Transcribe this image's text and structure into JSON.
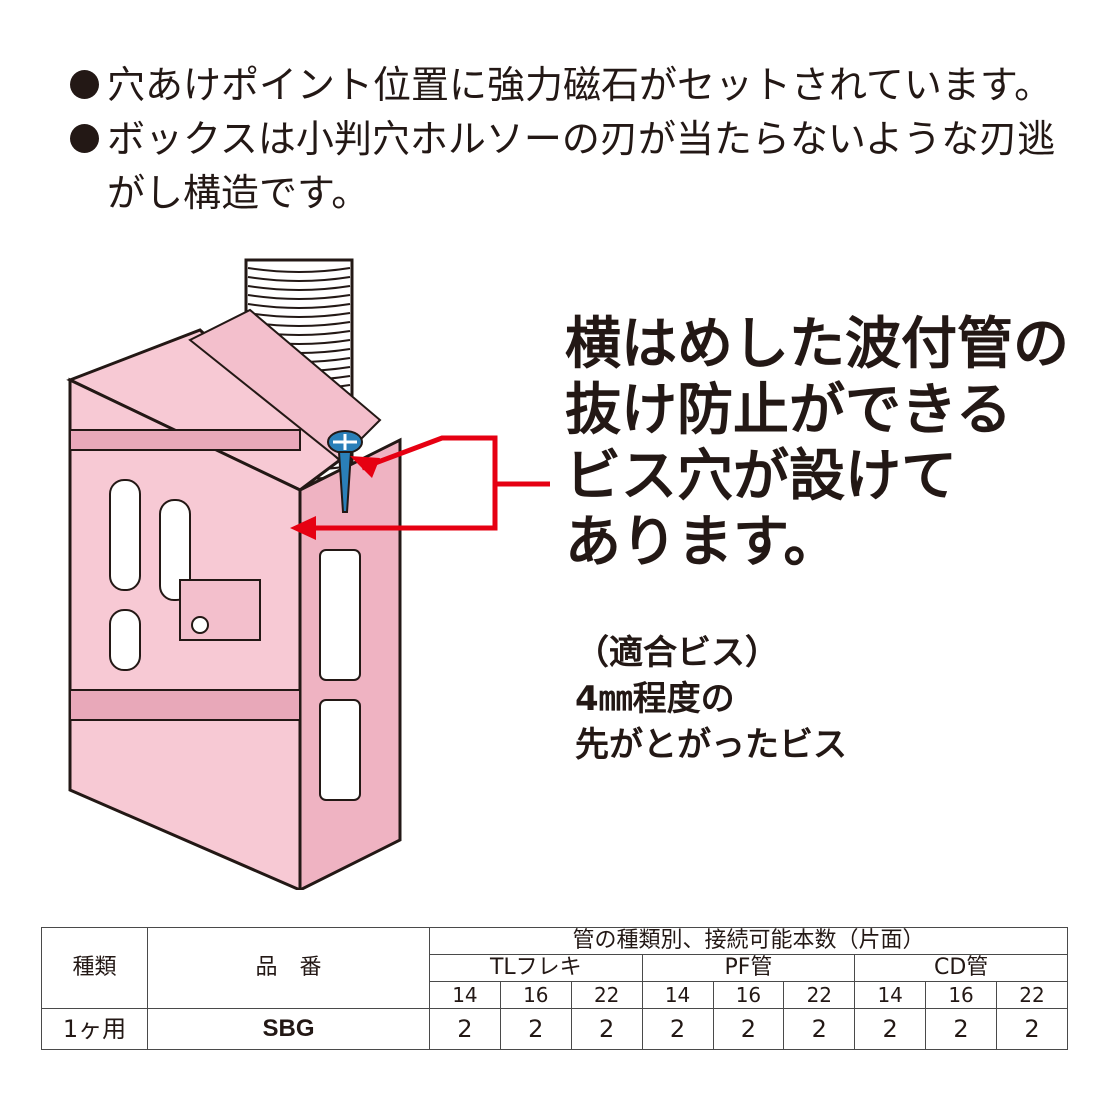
{
  "bullets": [
    "穴あけポイント位置に強力磁石がセットされています。",
    "ボックスは小判穴ホルソーの刃が当たらないような刃逃\nがし構造です。"
  ],
  "headline": {
    "lines": [
      "横はめした波付管の",
      "抜け防止ができる",
      "ビス穴が設けて",
      "あります。"
    ]
  },
  "note": {
    "lines": [
      "（適合ビス）",
      "4㎜程度の",
      "先がとがったビス"
    ]
  },
  "colors": {
    "box_fill": "#F7C9D4",
    "box_stroke": "#231815",
    "arrow": "#E60012",
    "screw": "#2A7FB8"
  },
  "table": {
    "col_kind": "種類",
    "col_model": "品　番",
    "group_header": "管の種類別、接続可能本数（片面）",
    "pipe_types": [
      "TLフレキ",
      "PF管",
      "CD管"
    ],
    "sizes": [
      "14",
      "16",
      "22",
      "14",
      "16",
      "22",
      "14",
      "16",
      "22"
    ],
    "row": {
      "kind": "1ヶ用",
      "model": "SBG",
      "values": [
        "2",
        "2",
        "2",
        "2",
        "2",
        "2",
        "2",
        "2",
        "2"
      ]
    }
  }
}
